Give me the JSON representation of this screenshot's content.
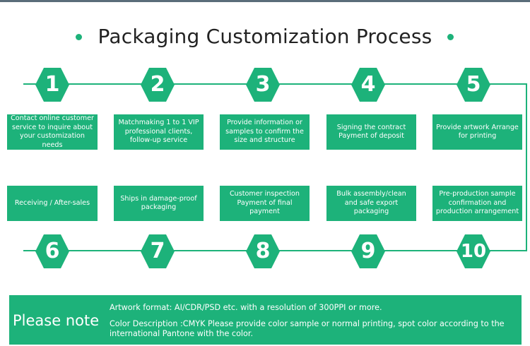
{
  "title": "Packaging Customization Process",
  "colors": {
    "accent": "#1db27a",
    "title_text": "#222222",
    "background": "#ffffff"
  },
  "top_row": [
    {
      "number": "1",
      "text": "Contact online customer service to inquire about your customization needs"
    },
    {
      "number": "2",
      "text": "Matchmaking 1 to 1 VIP professional clients, follow-up service"
    },
    {
      "number": "3",
      "text": "Provide information or samples to confirm the size and structure"
    },
    {
      "number": "4",
      "text": "Signing the contract Payment of deposit"
    },
    {
      "number": "5",
      "text": "Provide artwork Arrange for printing"
    }
  ],
  "bottom_row": [
    {
      "number": "6",
      "text": "Receiving / After-sales"
    },
    {
      "number": "7",
      "text": "Ships in damage-proof packaging"
    },
    {
      "number": "8",
      "text": "Customer inspection Payment of final payment"
    },
    {
      "number": "9",
      "text": "Bulk assembly/clean and safe export packaging"
    },
    {
      "number": "10",
      "text": "Pre-production sample confirmation and production arrangement"
    }
  ],
  "note": {
    "title": "Please note",
    "line1": "Artwork format: AI/CDR/PSD etc. with a resolution of 300PPI or more.",
    "line2": "Color Description :CMYK Please provide color sample or normal printing, spot color according to the international Pantone with the color."
  }
}
